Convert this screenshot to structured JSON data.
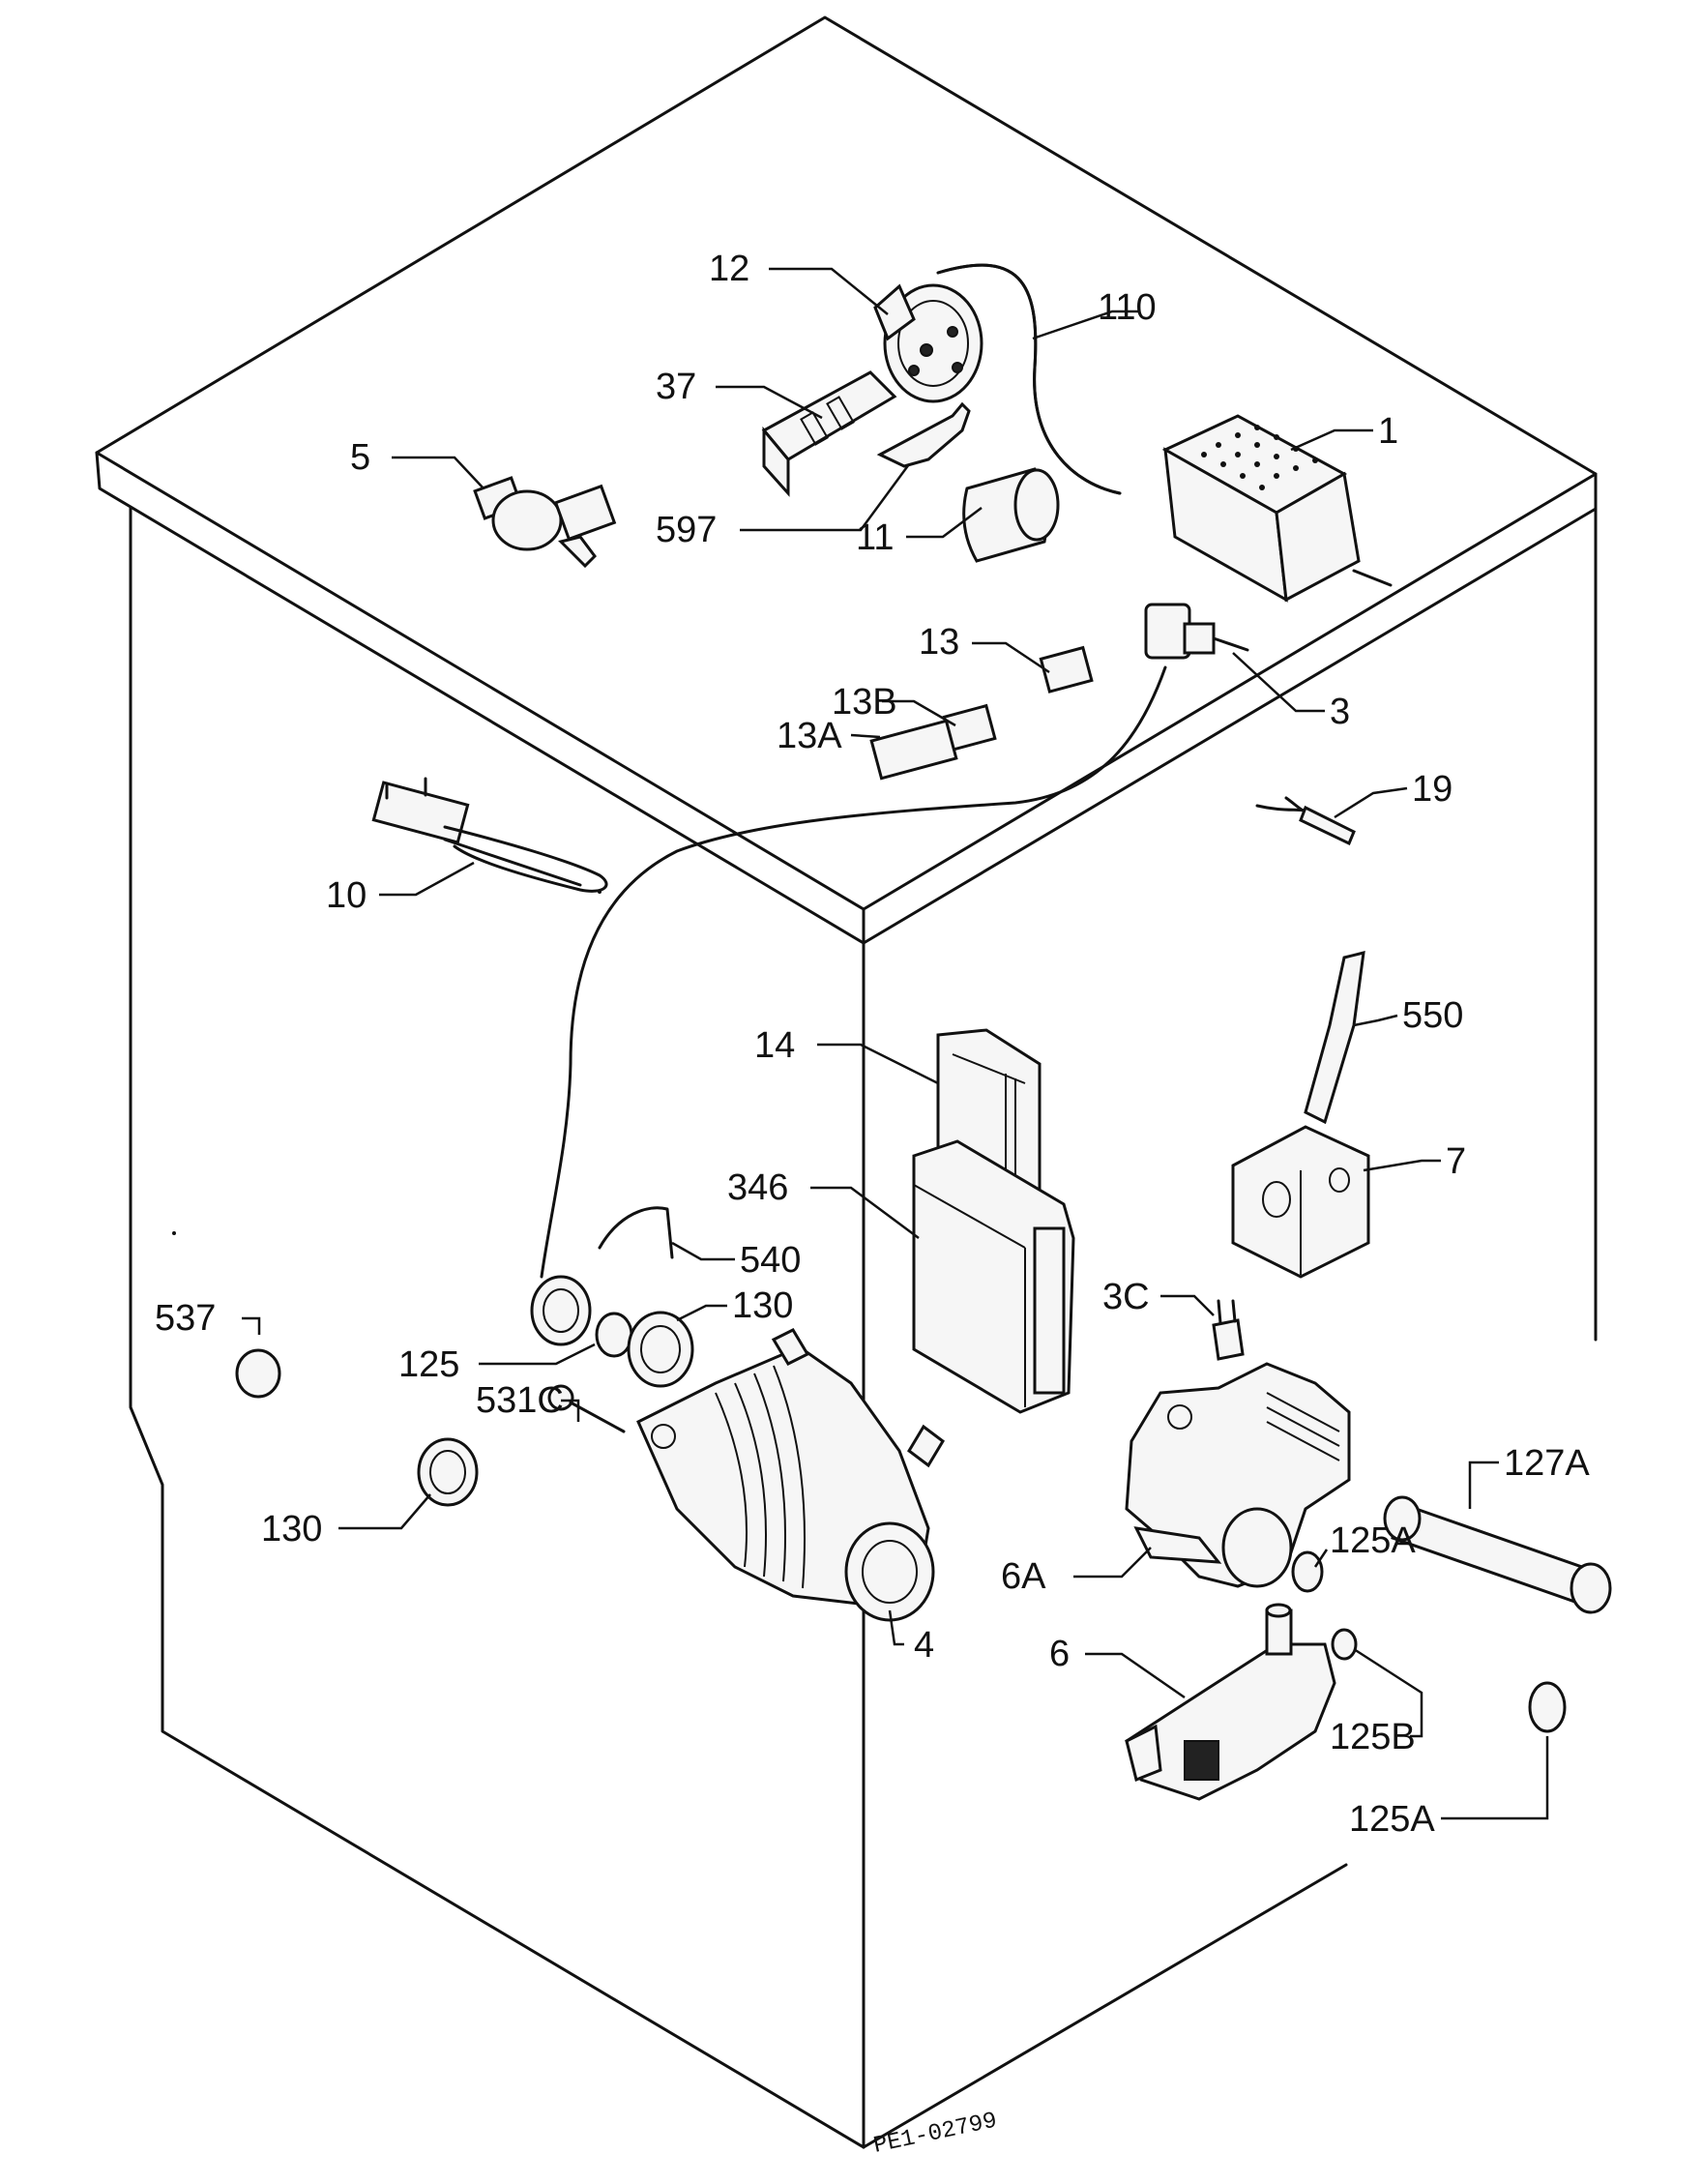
{
  "drawing_code": "PE1-02799",
  "labels": [
    {
      "id": "1",
      "text": "1"
    },
    {
      "id": "3",
      "text": "3"
    },
    {
      "id": "3C",
      "text": "3C"
    },
    {
      "id": "4",
      "text": "4"
    },
    {
      "id": "5",
      "text": "5"
    },
    {
      "id": "6",
      "text": "6"
    },
    {
      "id": "6A",
      "text": "6A"
    },
    {
      "id": "7",
      "text": "7"
    },
    {
      "id": "10",
      "text": "10"
    },
    {
      "id": "11",
      "text": "11"
    },
    {
      "id": "12",
      "text": "12"
    },
    {
      "id": "13",
      "text": "13"
    },
    {
      "id": "13A",
      "text": "13A"
    },
    {
      "id": "13B",
      "text": "13B"
    },
    {
      "id": "14",
      "text": "14"
    },
    {
      "id": "19",
      "text": "19"
    },
    {
      "id": "37",
      "text": "37"
    },
    {
      "id": "110",
      "text": "110"
    },
    {
      "id": "125",
      "text": "125"
    },
    {
      "id": "125A-1",
      "text": "125A"
    },
    {
      "id": "125A-2",
      "text": "125A"
    },
    {
      "id": "125B",
      "text": "125B"
    },
    {
      "id": "127A",
      "text": "127A"
    },
    {
      "id": "130-1",
      "text": "130"
    },
    {
      "id": "130-2",
      "text": "130"
    },
    {
      "id": "346",
      "text": "346"
    },
    {
      "id": "531C",
      "text": "531C"
    },
    {
      "id": "537",
      "text": "537"
    },
    {
      "id": "540",
      "text": "540"
    },
    {
      "id": "550",
      "text": "550"
    },
    {
      "id": "597",
      "text": "597"
    }
  ]
}
